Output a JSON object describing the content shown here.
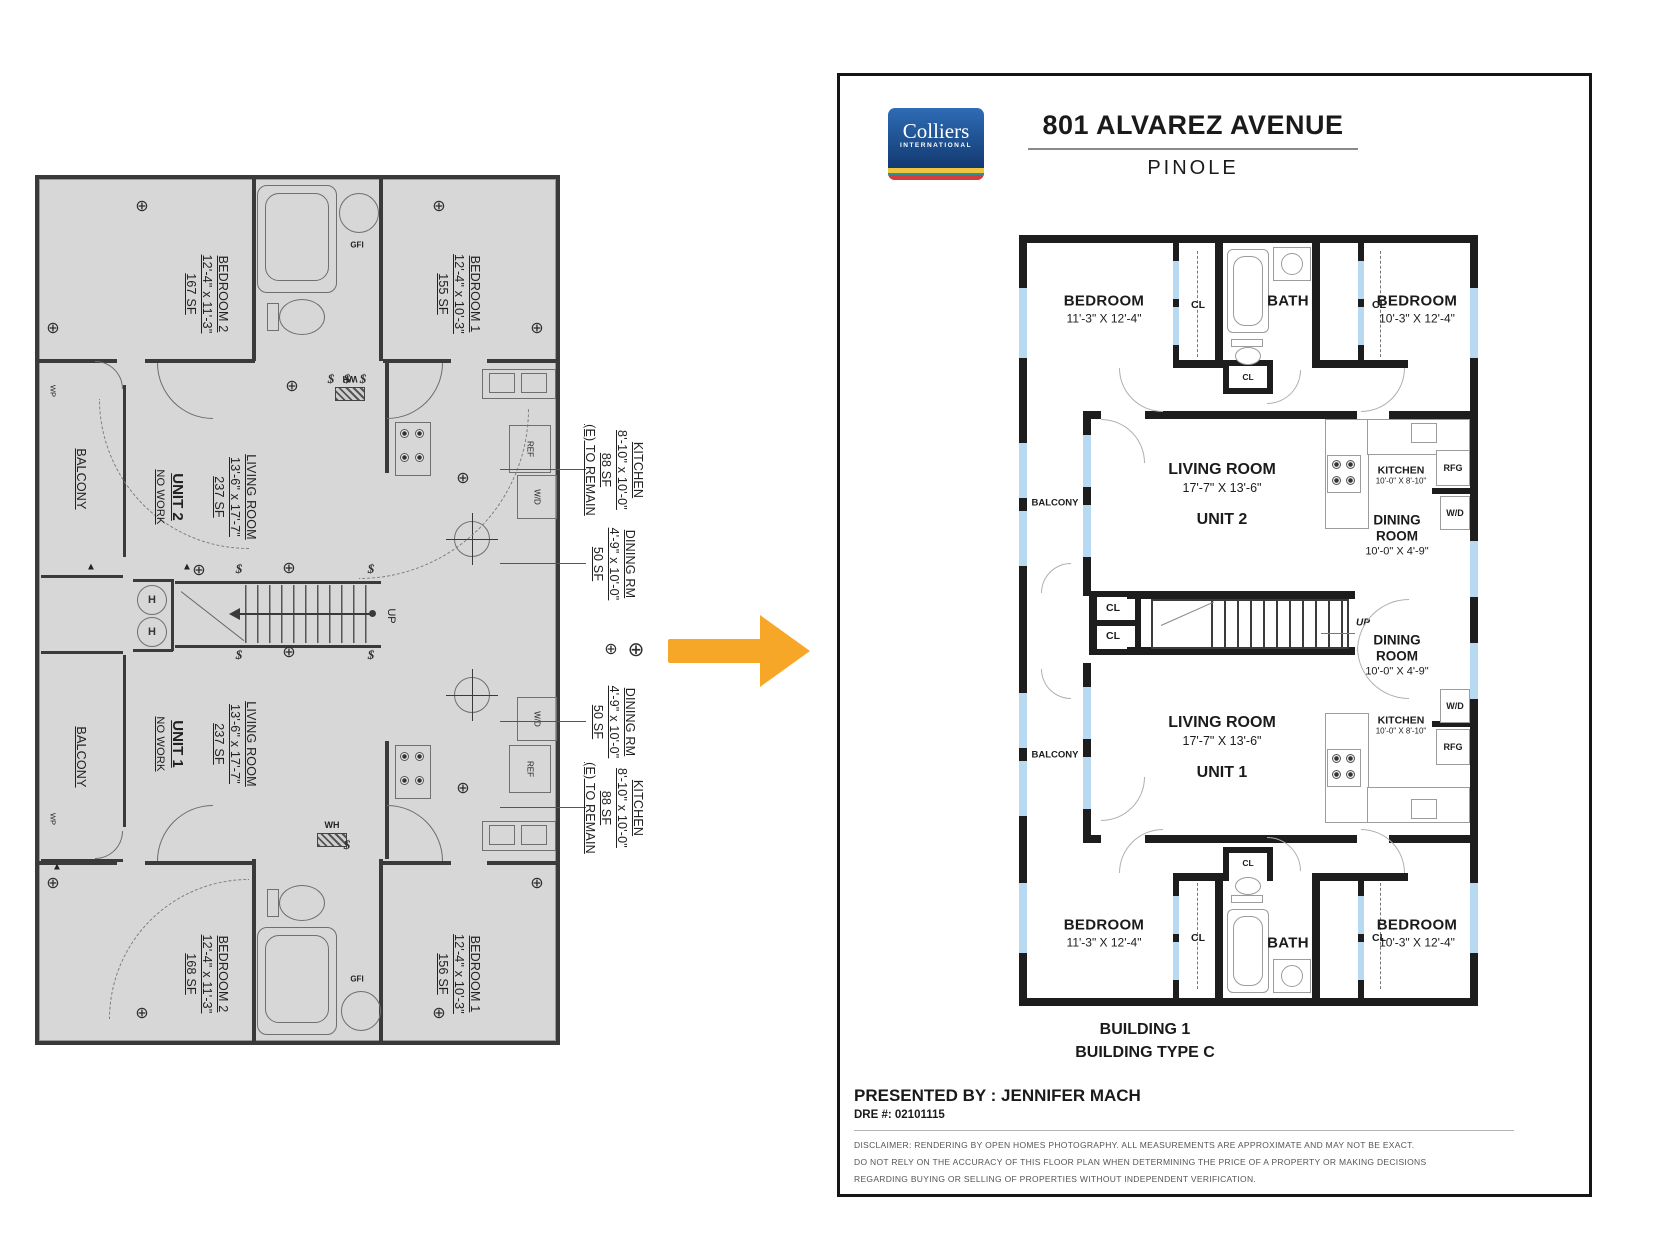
{
  "arrow": {
    "color": "#F7A728"
  },
  "original_plan": {
    "paper_color": "#d7d7d7",
    "bedroom2_top": {
      "room": "BEDROOM 2",
      "dims": "12'-4\" x 11'-3\"",
      "area": "167 SF"
    },
    "bedroom1_top": {
      "room": "BEDROOM 1",
      "dims": "12'-4\" x 10'-3\"",
      "area": "155 SF"
    },
    "bedroom2_bottom": {
      "room": "BEDROOM 2",
      "dims": "12'-4\" x 11'-3\"",
      "area": "168 SF"
    },
    "bedroom1_bottom": {
      "room": "BEDROOM 1",
      "dims": "12'-4\" x 10'-3\"",
      "area": "156 SF"
    },
    "unit2": {
      "unit": "UNIT 2",
      "note": "NO WORK"
    },
    "unit1": {
      "unit": "UNIT 1",
      "note": "NO WORK"
    },
    "living2": {
      "room": "LIVING ROOM",
      "dims": "13'-6\" x 17'-7\"",
      "area": "237 SF"
    },
    "living1": {
      "room": "LIVING ROOM",
      "dims": "13'-6\" x 17'-7\"",
      "area": "237 SF"
    },
    "balcony_top": "BALCONY",
    "balcony_bottom": "BALCONY",
    "callouts": {
      "kitchen_top": {
        "room": "KITCHEN",
        "dims": "8'-10\" x 10'-0\"",
        "area": "88 SF",
        "note": "(E) TO REMAIN"
      },
      "dining_top": {
        "room": "DINING RM",
        "dims": "4'-9\" x 10'-0\"",
        "area": "50 SF"
      },
      "dining_bottom": {
        "room": "DINING RM",
        "dims": "4'-9\" x 10'-0\"",
        "area": "50 SF"
      },
      "kitchen_bottom": {
        "room": "KITCHEN",
        "dims": "8'-10\" x 10'-0\"",
        "area": "88 SF",
        "note": "(E) TO REMAIN"
      }
    },
    "labels": {
      "up": "UP",
      "wh": "WH",
      "gfi": "GFI",
      "ref": "REF",
      "wd": "W/D",
      "h": "H",
      "wp": "WP"
    },
    "symbols": {
      "ceiling_light": "⊕",
      "switch": "$",
      "vent": "▲"
    }
  },
  "flyer": {
    "logo": {
      "name": "Colliers",
      "sub": "INTERNATIONAL",
      "blue_top": "#2e6cb5",
      "blue_bottom": "#0d2f63",
      "stripe_yellow": "#edc53f",
      "stripe_teal": "#2f8da0",
      "stripe_red": "#d63c3c"
    },
    "title": "801 ALVAREZ AVENUE",
    "subtitle": "PINOLE",
    "plan": {
      "wall_color": "#1d1d1d",
      "window_color": "#b7d9f1",
      "bedroom_tl": {
        "room": "BEDROOM",
        "dims": "11'-3\" X 12'-4\""
      },
      "bedroom_tr": {
        "room": "BEDROOM",
        "dims": "10'-3\" X 12'-4\""
      },
      "bedroom_bl": {
        "room": "BEDROOM",
        "dims": "11'-3\" X 12'-4\""
      },
      "bedroom_br": {
        "room": "BEDROOM",
        "dims": "10'-3\" X 12'-4\""
      },
      "bath": "BATH",
      "cl": "CL",
      "living2": {
        "room": "LIVING ROOM",
        "dims": "17'-7\" X 13'-6\"",
        "unit": "UNIT 2"
      },
      "living1": {
        "room": "LIVING ROOM",
        "dims": "17'-7\" X 13'-6\"",
        "unit": "UNIT 1"
      },
      "kitchen2": {
        "room": "KITCHEN",
        "dims": "10'-0\" X 8'-10\""
      },
      "kitchen1": {
        "room": "KITCHEN",
        "dims": "10'-0\" X 8'-10\""
      },
      "dining2": {
        "l1": "DINING",
        "l2": "ROOM",
        "dims": "10'-0\" X 4'-9\""
      },
      "dining1": {
        "l1": "DINING",
        "l2": "ROOM",
        "dims": "10'-0\" X 4'-9\""
      },
      "balcony_top": "BALCONY",
      "balcony_bottom": "BALCONY",
      "rfg": "RFG",
      "wd": "W/D",
      "up": "UP"
    },
    "building": {
      "line1": "BUILDING 1",
      "line2": "BUILDING TYPE C"
    },
    "presented_by": "PRESENTED BY : JENNIFER MACH",
    "dre": "DRE #: 02101115",
    "disclaimer": [
      "DISCLAIMER: RENDERING BY OPEN HOMES PHOTOGRAPHY. ALL MEASUREMENTS ARE APPROXIMATE AND MAY NOT BE EXACT.",
      "DO NOT RELY ON THE ACCURACY OF THIS FLOOR PLAN WHEN DETERMINING THE PRICE OF A PROPERTY OR MAKING DECISIONS",
      "REGARDING BUYING OR SELLING OF PROPERTIES WITHOUT INDEPENDENT VERIFICATION."
    ]
  }
}
